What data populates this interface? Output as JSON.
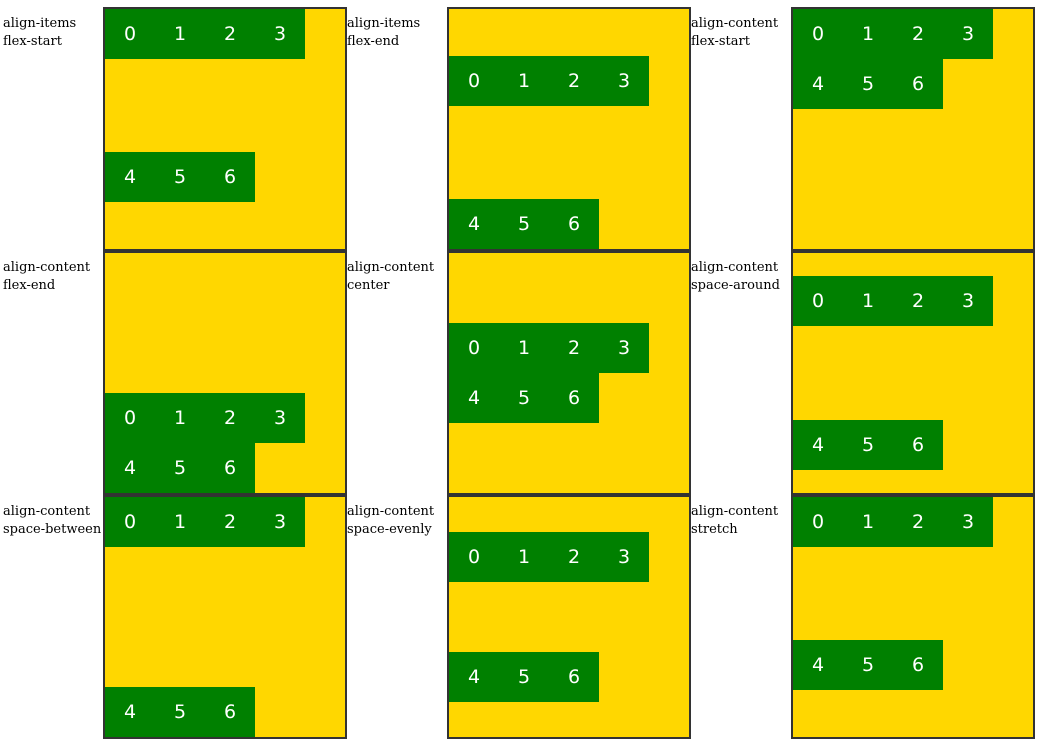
{
  "colors": {
    "container_bg": "#FFD700",
    "item_bg": "#008000",
    "item_text": "#FFFFFF",
    "border": "#333333"
  },
  "rows_per_demo": [
    [
      "0",
      "1",
      "2",
      "3"
    ],
    [
      "4",
      "5",
      "6"
    ]
  ],
  "demos": [
    {
      "property": "align-items",
      "value": "flex-start",
      "align_items": "flex-start",
      "align_content": "stretch"
    },
    {
      "property": "align-items",
      "value": "flex-end",
      "align_items": "flex-end",
      "align_content": "stretch"
    },
    {
      "property": "align-content",
      "value": "flex-start",
      "align_items": "stretch",
      "align_content": "flex-start"
    },
    {
      "property": "align-content",
      "value": "flex-end",
      "align_items": "stretch",
      "align_content": "flex-end"
    },
    {
      "property": "align-content",
      "value": "center",
      "align_items": "stretch",
      "align_content": "center"
    },
    {
      "property": "align-content",
      "value": "space-around",
      "align_items": "stretch",
      "align_content": "space-around"
    },
    {
      "property": "align-content",
      "value": "space-between",
      "align_items": "stretch",
      "align_content": "space-between"
    },
    {
      "property": "align-content",
      "value": "space-evenly",
      "align_items": "stretch",
      "align_content": "space-evenly"
    },
    {
      "property": "align-content",
      "value": "stretch",
      "align_items": "flex-start",
      "align_content": "stretch"
    }
  ]
}
